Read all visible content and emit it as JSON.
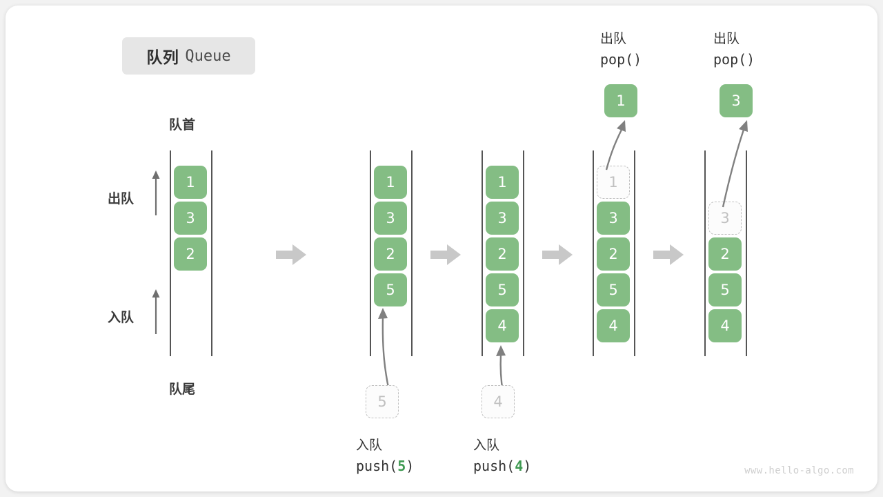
{
  "title": {
    "cn": "队列",
    "en": "Queue"
  },
  "labels": {
    "front": "队首",
    "rear": "队尾",
    "dequeue": "出队",
    "enqueue": "入队",
    "pop_cn": "出队",
    "pop_code": "pop()",
    "push_cn": "入队"
  },
  "colors": {
    "element_green": "#84bd84",
    "ghost_border": "#c0c0c0",
    "ghost_text": "#c0c0c0",
    "rail": "#555555",
    "arrow_gray": "#6f6f6f",
    "big_arrow": "#c8c8c8",
    "badge_bg": "#e6e6e6",
    "card_bg": "#ffffff",
    "page_bg": "#f2f2f2",
    "code_arg": "#3f9a52"
  },
  "columns": [
    {
      "name": "initial-queue",
      "cells": [
        "1",
        "3",
        "2"
      ],
      "ghost_top": null,
      "side_labels": {
        "top": "队首",
        "bottom": "队尾",
        "upper_arrow": "出队",
        "lower_arrow": "入队"
      }
    },
    {
      "name": "after-push-5",
      "cells": [
        "1",
        "3",
        "2",
        "5"
      ],
      "ghost_top": null,
      "incoming": {
        "value": "5",
        "op_cn": "入队",
        "op_code_prefix": "push(",
        "op_code_arg": "5",
        "op_code_suffix": ")"
      }
    },
    {
      "name": "after-push-4",
      "cells": [
        "1",
        "3",
        "2",
        "5",
        "4"
      ],
      "ghost_top": null,
      "incoming": {
        "value": "4",
        "op_cn": "入队",
        "op_code_prefix": "push(",
        "op_code_arg": "4",
        "op_code_suffix": ")"
      }
    },
    {
      "name": "after-pop-1",
      "cells": [
        "3",
        "2",
        "5",
        "4"
      ],
      "ghost_top": "1",
      "outgoing": {
        "value": "1",
        "op_cn": "出队",
        "op_code": "pop()"
      }
    },
    {
      "name": "after-pop-3",
      "cells": [
        "2",
        "5",
        "4"
      ],
      "ghost_top": "3",
      "outgoing": {
        "value": "3",
        "op_cn": "出队",
        "op_code": "pop()"
      }
    }
  ],
  "transition_arrows": 4,
  "watermark": "www.hello-algo.com"
}
